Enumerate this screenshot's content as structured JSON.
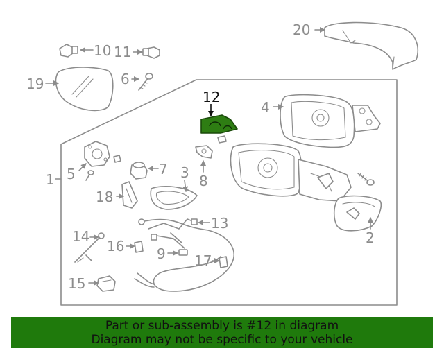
{
  "labels": {
    "p1": "1",
    "p2": "2",
    "p3": "3",
    "p4": "4",
    "p5": "5",
    "p6": "6",
    "p7": "7",
    "p8": "8",
    "p9": "9",
    "p10": "10",
    "p11": "11",
    "p12": "12",
    "p13": "13",
    "p14": "14",
    "p15": "15",
    "p16": "16",
    "p17": "17",
    "p18": "18",
    "p19": "19",
    "p20": "20"
  },
  "highlight": {
    "part": "12",
    "color": "#2e7d13"
  },
  "banner": {
    "line1": "Part or sub-assembly is #12 in diagram",
    "line2": "Diagram may not be specific to your vehicle",
    "color": "#1f7a0c"
  }
}
